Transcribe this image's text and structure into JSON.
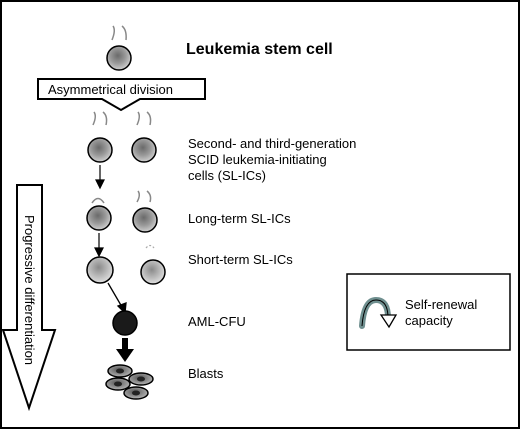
{
  "title": "Leukemia stem cell",
  "division_box": "Asymmetrical division",
  "side_arrow": "Progressive differentiation",
  "stages": [
    {
      "lines": [
        "Second- and third-generation",
        "SCID leukemia-initiating",
        "cells (SL-ICs)"
      ]
    },
    {
      "lines": [
        "Long-term SL-ICs"
      ]
    },
    {
      "lines": [
        "Short-term SL-ICs"
      ]
    },
    {
      "lines": [
        "AML-CFU"
      ]
    },
    {
      "lines": [
        "Blasts"
      ]
    }
  ],
  "legend": {
    "label_line1": "Self-renewal",
    "label_line2": "capacity",
    "icon": "curved-arrow-icon"
  }
}
